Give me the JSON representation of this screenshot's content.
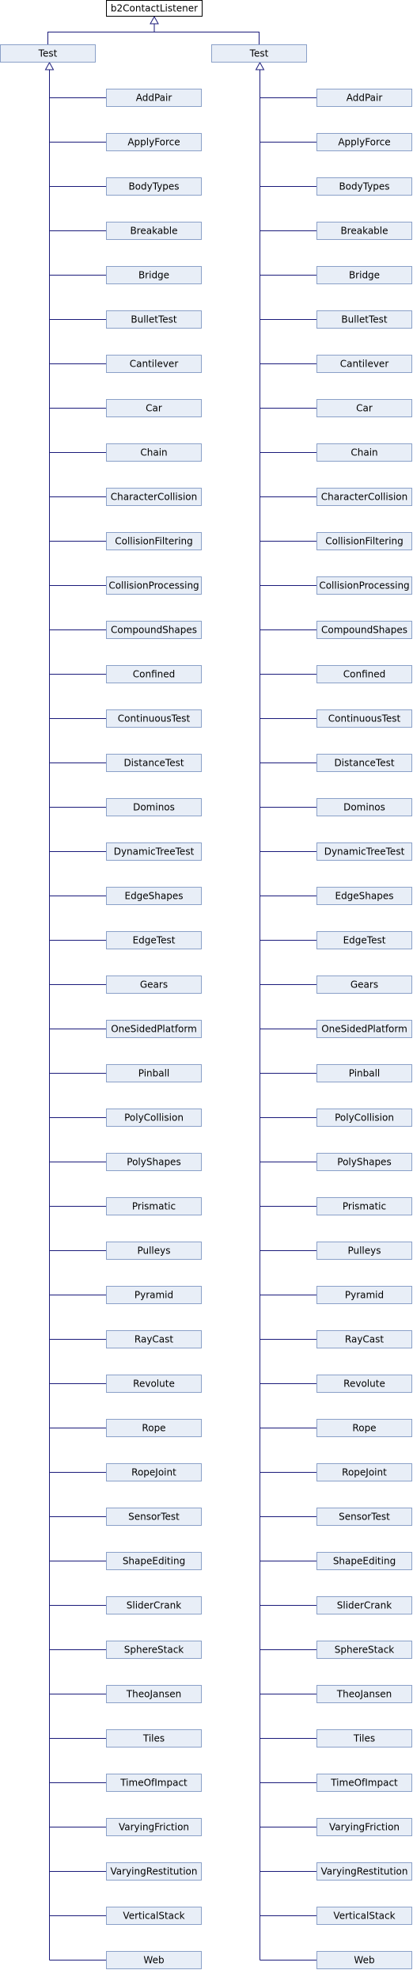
{
  "diagram": {
    "root": "b2ContactListener",
    "columns": [
      {
        "parent": "Test",
        "children": [
          "AddPair",
          "ApplyForce",
          "BodyTypes",
          "Breakable",
          "Bridge",
          "BulletTest",
          "Cantilever",
          "Car",
          "Chain",
          "CharacterCollision",
          "CollisionFiltering",
          "CollisionProcessing",
          "CompoundShapes",
          "Confined",
          "ContinuousTest",
          "DistanceTest",
          "Dominos",
          "DynamicTreeTest",
          "EdgeShapes",
          "EdgeTest",
          "Gears",
          "OneSidedPlatform",
          "Pinball",
          "PolyCollision",
          "PolyShapes",
          "Prismatic",
          "Pulleys",
          "Pyramid",
          "RayCast",
          "Revolute",
          "Rope",
          "RopeJoint",
          "SensorTest",
          "ShapeEditing",
          "SliderCrank",
          "SphereStack",
          "TheoJansen",
          "Tiles",
          "TimeOfImpact",
          "VaryingFriction",
          "VaryingRestitution",
          "VerticalStack",
          "Web"
        ]
      },
      {
        "parent": "Test",
        "children": [
          "AddPair",
          "ApplyForce",
          "BodyTypes",
          "Breakable",
          "Bridge",
          "BulletTest",
          "Cantilever",
          "Car",
          "Chain",
          "CharacterCollision",
          "CollisionFiltering",
          "CollisionProcessing",
          "CompoundShapes",
          "Confined",
          "ContinuousTest",
          "DistanceTest",
          "Dominos",
          "DynamicTreeTest",
          "EdgeShapes",
          "EdgeTest",
          "Gears",
          "OneSidedPlatform",
          "Pinball",
          "PolyCollision",
          "PolyShapes",
          "Prismatic",
          "Pulleys",
          "Pyramid",
          "RayCast",
          "Revolute",
          "Rope",
          "RopeJoint",
          "SensorTest",
          "ShapeEditing",
          "SliderCrank",
          "SphereStack",
          "TheoJansen",
          "Tiles",
          "TimeOfImpact",
          "VaryingFriction",
          "VaryingRestitution",
          "VerticalStack",
          "Web"
        ]
      }
    ]
  }
}
